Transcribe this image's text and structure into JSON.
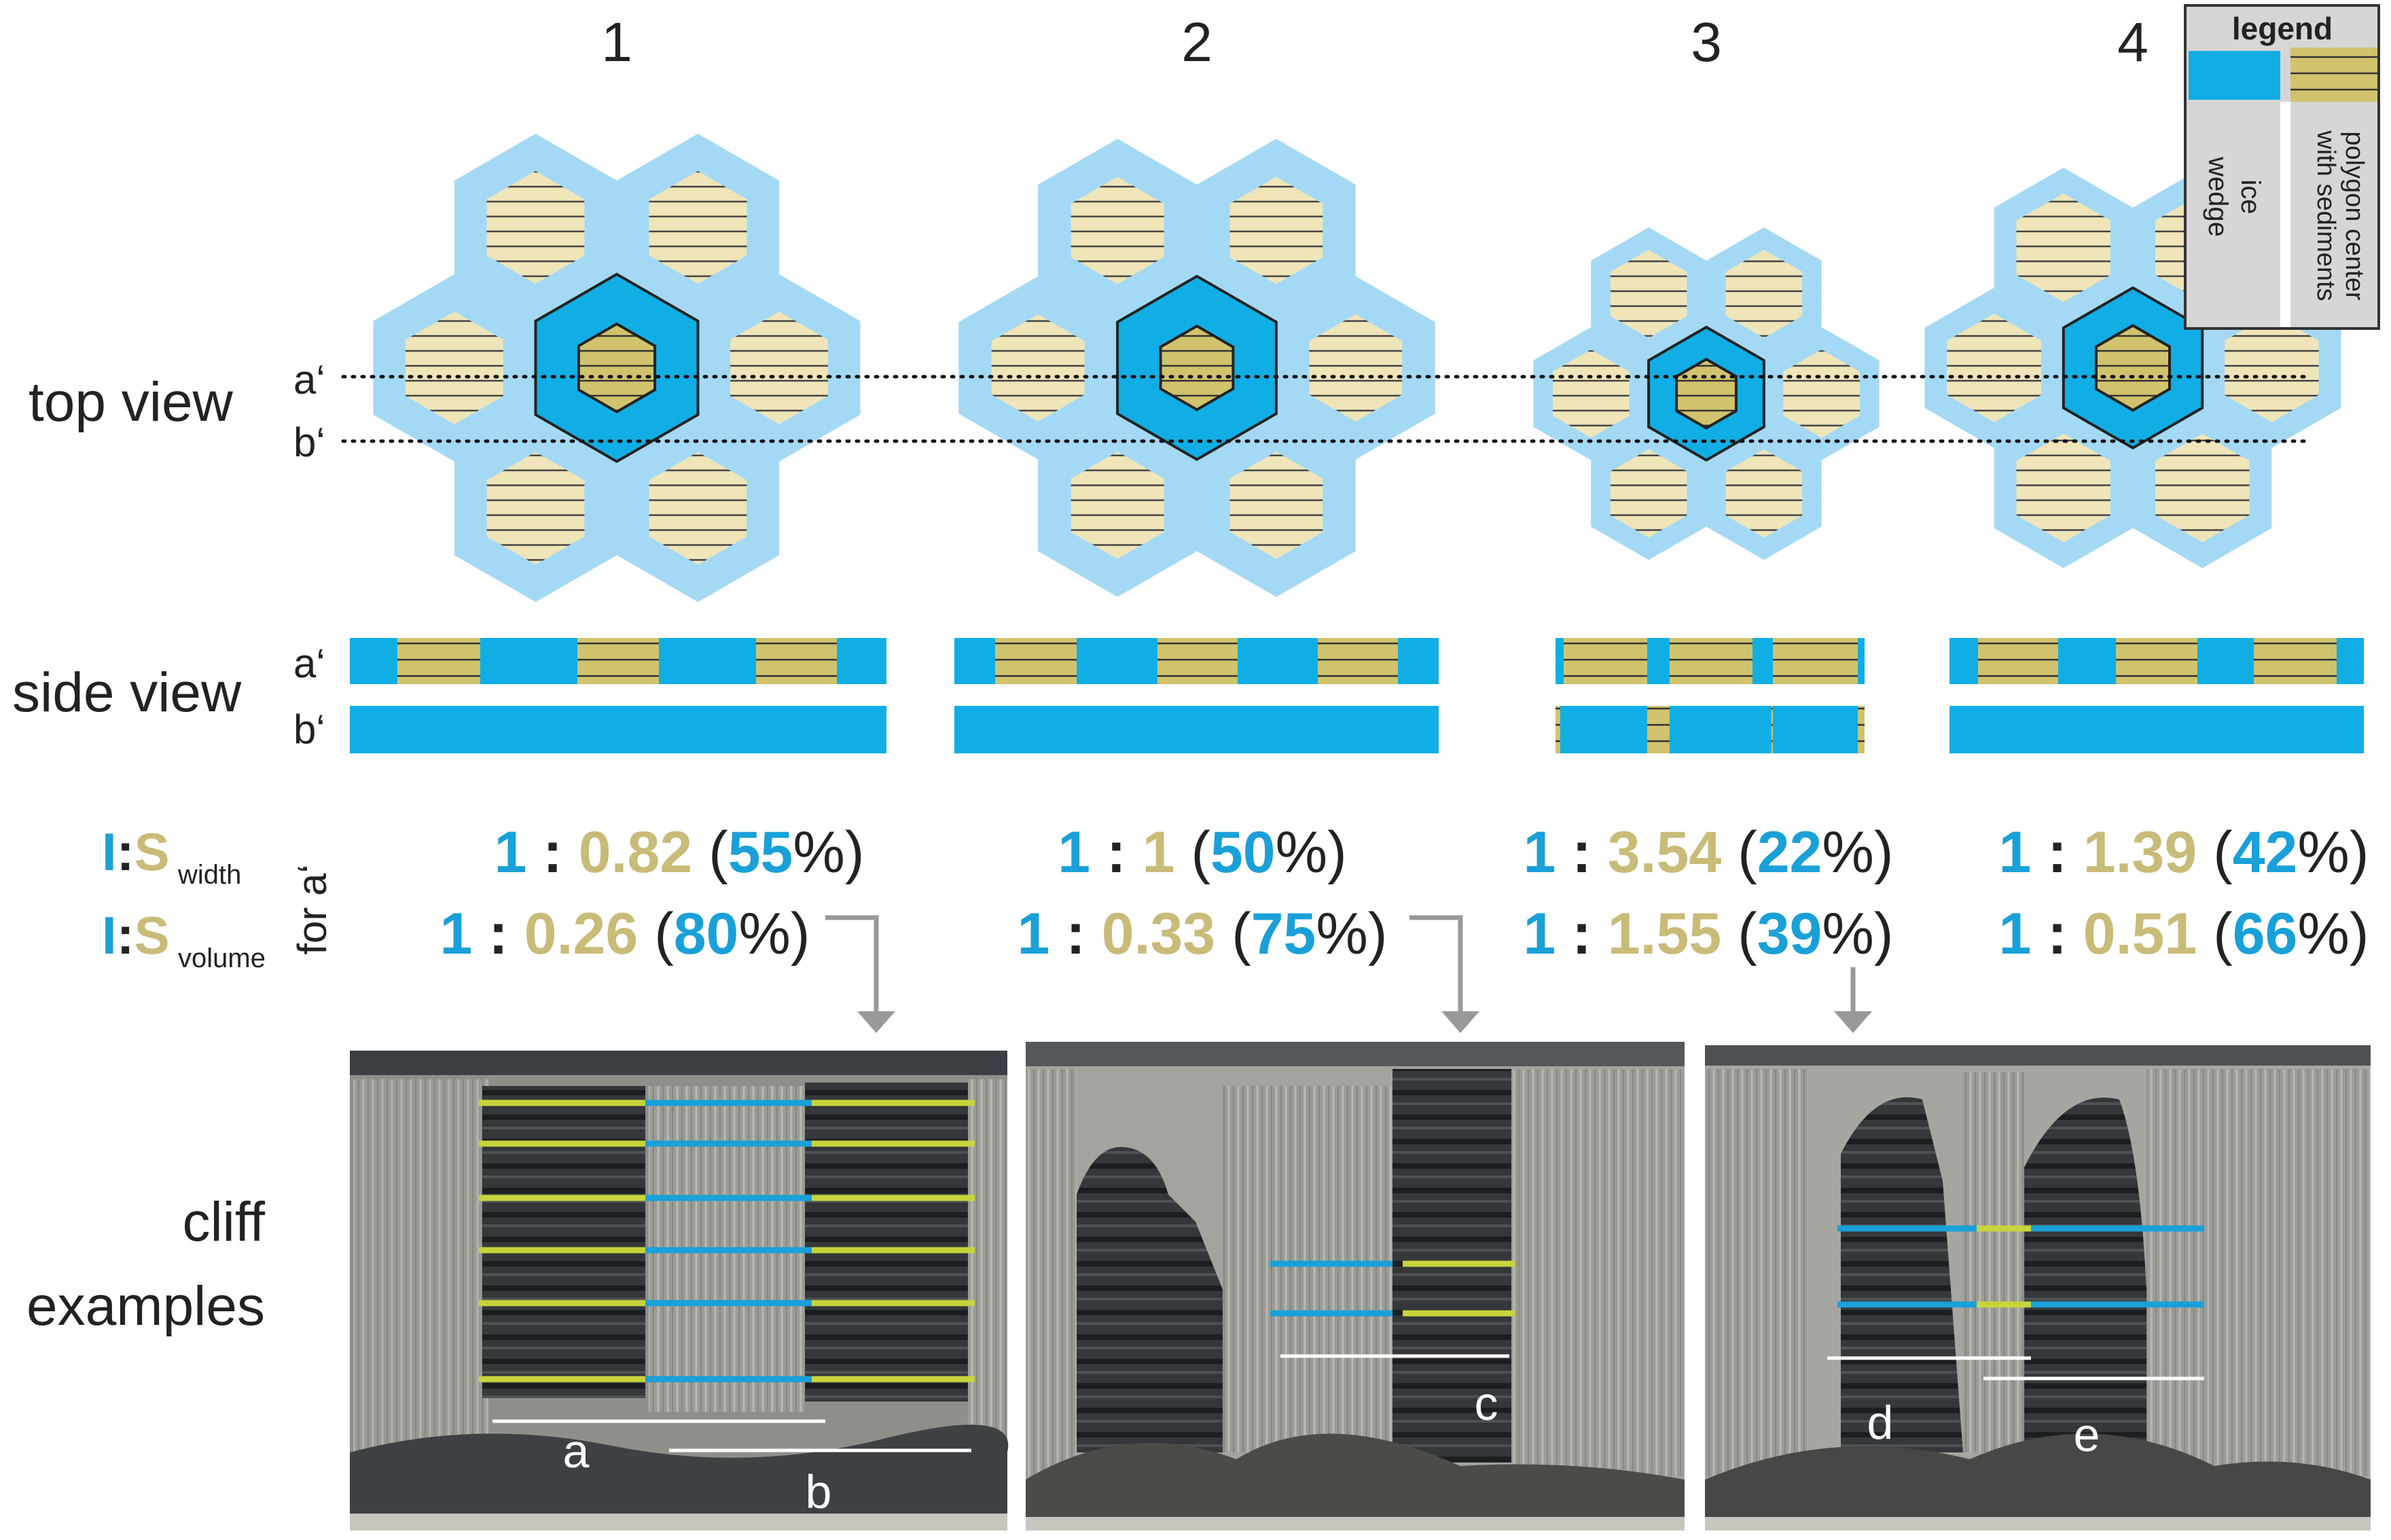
{
  "colors": {
    "ice": "#10aee5",
    "ice_light": "#a4d9f5",
    "sediment": "#d1c36d",
    "sediment_light": "#efe5b9",
    "text_dark": "#222222",
    "ratio_ice": "#1aa0d8",
    "ratio_sed": "#c9bb78",
    "legend_box": "#d6d6d6",
    "white_line": "#ffffff"
  },
  "icons": [
    "dotted-section-line",
    "grey-arrow"
  ],
  "columns": [
    {
      "number": "1",
      "width": {
        "one": "1",
        "colon": ":",
        "s": "0.82",
        "open": "(",
        "pct": "55",
        "close": "%)"
      },
      "volume": {
        "one": "1",
        "colon": ":",
        "s": "0.26",
        "open": "(",
        "pct": "80",
        "close": "%)"
      }
    },
    {
      "number": "2",
      "width": {
        "one": "1",
        "colon": ":",
        "s": "1",
        "open": "(",
        "pct": "50",
        "close": "%)"
      },
      "volume": {
        "one": "1",
        "colon": ":",
        "s": "0.33",
        "open": "(",
        "pct": "75",
        "close": "%)"
      }
    },
    {
      "number": "3",
      "width": {
        "one": "1",
        "colon": ":",
        "s": "3.54",
        "open": "(",
        "pct": "22",
        "close": "%)"
      },
      "volume": {
        "one": "1",
        "colon": ":",
        "s": "1.55",
        "open": "(",
        "pct": "39",
        "close": "%)"
      }
    },
    {
      "number": "4",
      "width": {
        "one": "1",
        "colon": ":",
        "s": "1.39",
        "open": "(",
        "pct": "42",
        "close": "%)"
      },
      "volume": {
        "one": "1",
        "colon": ":",
        "s": "0.51",
        "open": "(",
        "pct": "66",
        "close": "%)"
      }
    }
  ],
  "row_labels": {
    "top_view": "top view",
    "side_view": "side view",
    "cliff_line1": "cliff",
    "cliff_line2": "examples"
  },
  "section_labels": {
    "a": "a‘",
    "b": "b‘"
  },
  "ratio_labels": {
    "i": "I",
    "colon": ":",
    "s": "S",
    "width_sub": "width",
    "volume_sub": "volume",
    "for_a": "for a‘"
  },
  "legend": {
    "title": "legend",
    "ice_label_1": "ice",
    "ice_label_2": "wedge",
    "sed_label_1": "polygon center",
    "sed_label_2": "with sediments"
  },
  "photo_letters": [
    "a",
    "b",
    "c",
    "d",
    "e"
  ]
}
